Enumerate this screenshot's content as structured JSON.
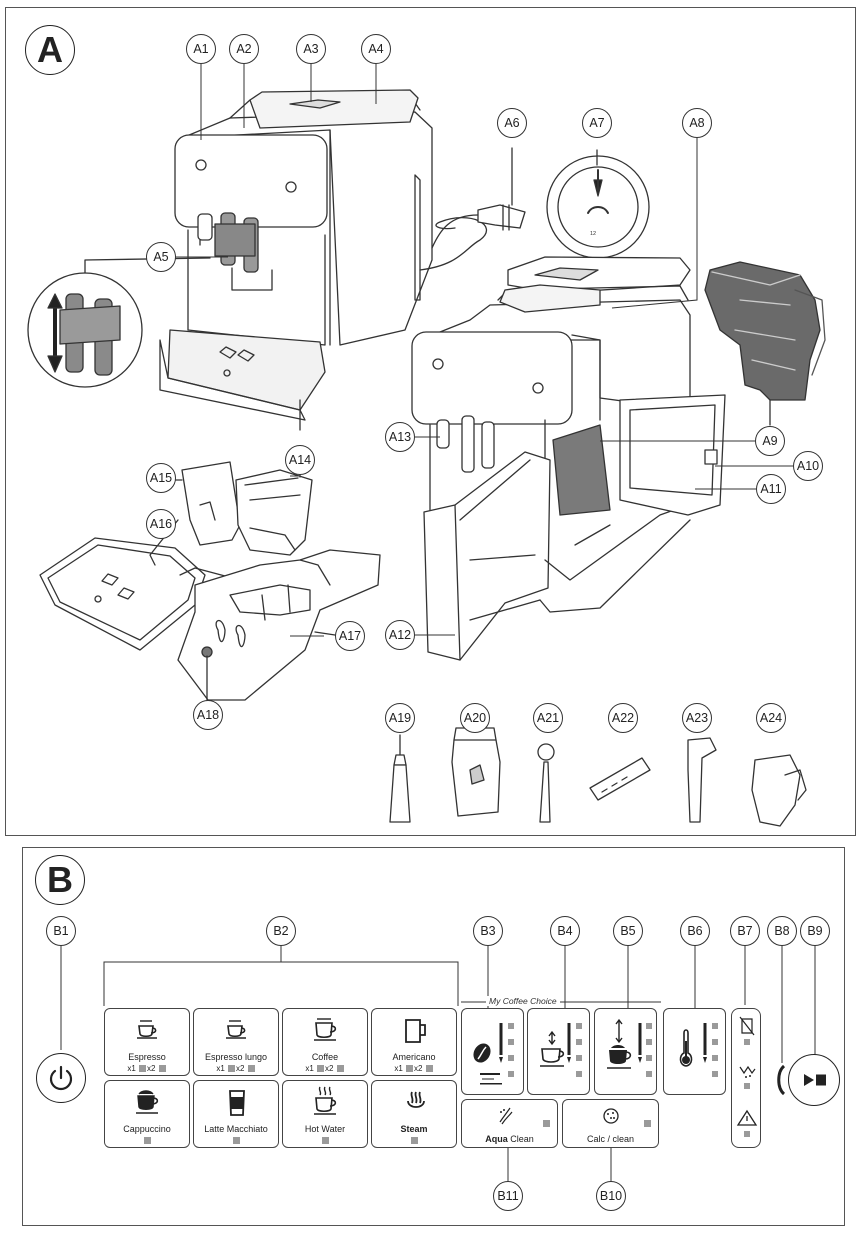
{
  "sections": {
    "a": "A",
    "b": "B"
  },
  "labels_a": {
    "a1": "A1",
    "a2": "A2",
    "a3": "A3",
    "a4": "A4",
    "a5": "A5",
    "a6": "A6",
    "a7": "A7",
    "a8": "A8",
    "a9": "A9",
    "a10": "A10",
    "a11": "A11",
    "a12": "A12",
    "a13": "A13",
    "a14": "A14",
    "a15": "A15",
    "a16": "A16",
    "a17": "A17",
    "a18": "A18",
    "a19": "A19",
    "a20": "A20",
    "a21": "A21",
    "a22": "A22",
    "a23": "A23",
    "a24": "A24"
  },
  "dial_number": "12",
  "labels_b": {
    "b1": "B1",
    "b2": "B2",
    "b3": "B3",
    "b4": "B4",
    "b5": "B5",
    "b6": "B6",
    "b7": "B7",
    "b8": "B8",
    "b9": "B9",
    "b10": "B10",
    "b11": "B11"
  },
  "panel": {
    "group_label": "My Coffee Choice",
    "size_x1": "x1",
    "size_x2": "x2",
    "drinks": [
      {
        "name": "Espresso",
        "icon": "espresso-cup-icon"
      },
      {
        "name": "Espresso lungo",
        "icon": "espresso-lungo-cup-icon"
      },
      {
        "name": "Coffee",
        "icon": "coffee-cup-icon"
      },
      {
        "name": "Americano",
        "icon": "americano-mug-icon"
      },
      {
        "name": "Cappuccino",
        "icon": "cappuccino-cup-icon"
      },
      {
        "name": "Latte Macchiato",
        "icon": "latte-glass-icon"
      },
      {
        "name": "Hot Water",
        "icon": "hot-water-cup-icon"
      },
      {
        "name": "Steam",
        "icon": "steam-icon"
      }
    ],
    "aqua_bold": "Aqua",
    "aqua_rest": " Clean",
    "calc_label": "Calc / clean",
    "status_icons": [
      "water-tank-icon",
      "coffee-grounds-icon",
      "warning-icon"
    ],
    "icons": {
      "power": "power-icon",
      "start_stop": "start-stop-icon",
      "aroma": "coffee-bean-icon",
      "temperature": "thermometer-icon"
    }
  }
}
